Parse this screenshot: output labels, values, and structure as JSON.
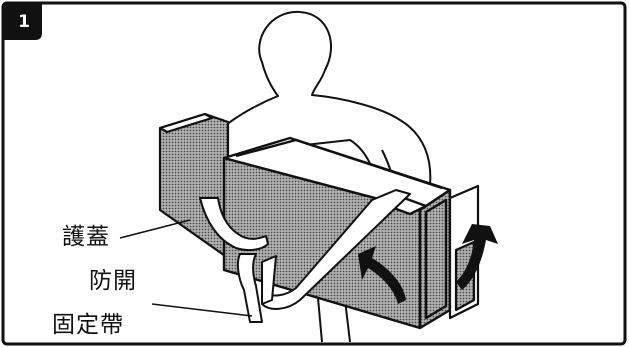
{
  "step": {
    "number": "1"
  },
  "labels": {
    "protective_cover": "護蓋",
    "anti_open_strap_line1": "防開",
    "anti_open_strap_line2": "固定帶"
  },
  "icons": {
    "rotate_arrows": "curved-double-arrow-icon"
  },
  "colors": {
    "line": "#111111",
    "case_fill": "#8a8a8a",
    "background": "#ffffff"
  }
}
